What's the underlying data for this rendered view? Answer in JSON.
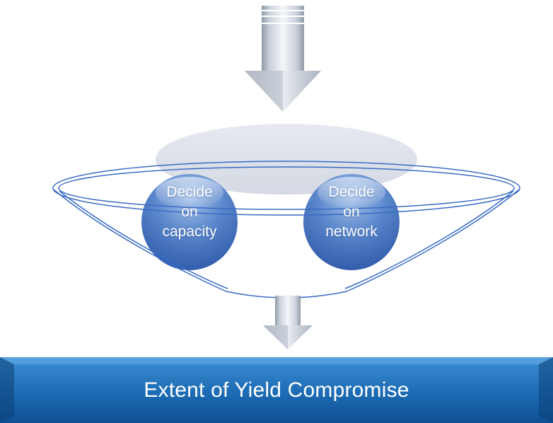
{
  "inputs": [
    {
      "lines": [
        "Decide",
        "on",
        "capacity"
      ]
    },
    {
      "lines": [
        "Decide",
        "on",
        "network"
      ]
    }
  ],
  "result": {
    "label": "Extent of Yield Compromise"
  },
  "colors": {
    "arrow_light": "#f4f6f9",
    "arrow_mid": "#c9d0da",
    "arrow_dark": "#8f9aa8",
    "funnel_stroke": "#3a6cc4",
    "funnel_top_fill": "#dfe3ec",
    "ball_top": "#a9c4ea",
    "ball_mid": "#5b87cc",
    "ball_bottom": "#2c58a8",
    "box_top": "#3d8fd4",
    "box_bottom": "#0e4f93"
  },
  "icons": {
    "top_arrow": "arrow-down-large-icon",
    "bottom_arrow": "arrow-down-small-icon",
    "funnel": "funnel-icon"
  }
}
